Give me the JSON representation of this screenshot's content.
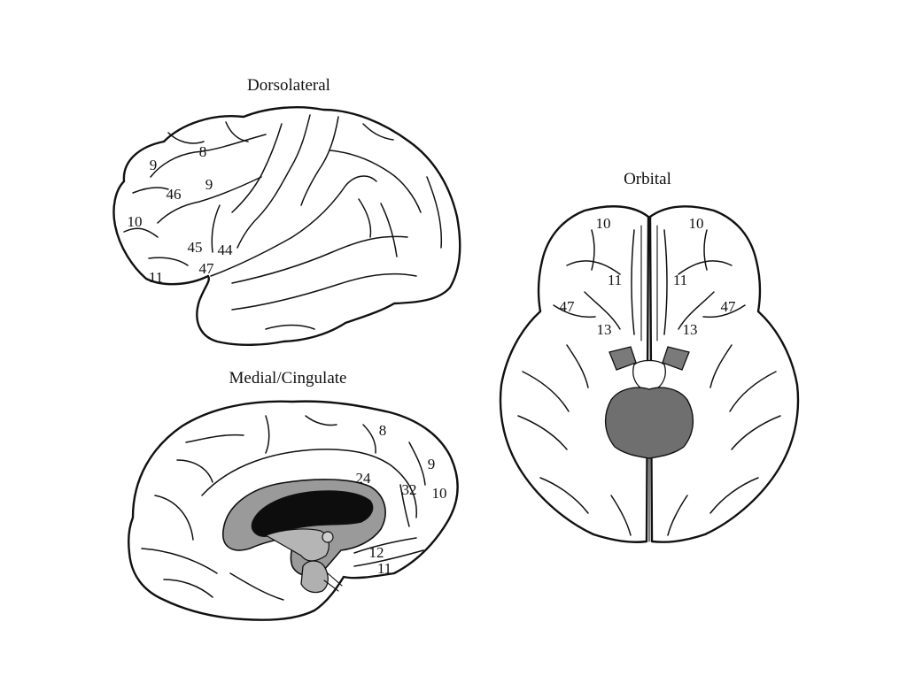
{
  "views": {
    "dorsolateral": {
      "title": "Dorsolateral",
      "labels": [
        "9",
        "8",
        "46",
        "9",
        "10",
        "45",
        "44",
        "47",
        "11"
      ]
    },
    "medial": {
      "title": "Medial/Cingulate",
      "labels": [
        "8",
        "9",
        "24",
        "32",
        "10",
        "12",
        "11"
      ]
    },
    "orbital": {
      "title": "Orbital",
      "labels": [
        "10",
        "10",
        "11",
        "11",
        "47",
        "47",
        "13",
        "13"
      ]
    }
  },
  "colors": {
    "ink": "#111111",
    "cingulate_shade": "#9a9a9a",
    "corpus_callosum": "#0d0d0d",
    "brainstem_shade": "#6f6f6f"
  }
}
